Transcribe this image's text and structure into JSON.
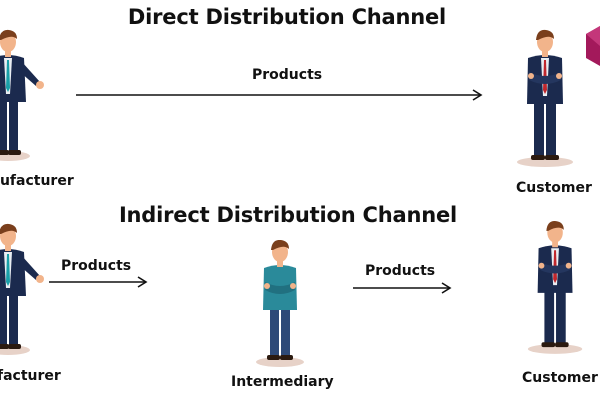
{
  "diagram": {
    "direct": {
      "title": "Direct Distribution Channel",
      "from_label": "nufacturer",
      "arrow_label": "Products",
      "to_label": "Customer"
    },
    "indirect": {
      "title": "Indirect Distribution Channel",
      "from_label": "facturer",
      "arrow1_label": "Products",
      "middle_label": "Intermediary",
      "arrow2_label": "Products",
      "to_label": "Customer"
    }
  },
  "colors": {
    "suit_navy": "#1b2a4e",
    "shirt_light": "#e9eef3",
    "tie_red": "#c0272d",
    "tie_teal": "#19a0a9",
    "hair_brown": "#7a3f1c",
    "skin": "#f2b48b",
    "intermediary_shirt": "#2a8a9a",
    "intermediary_pants": "#2e4a78",
    "shadow": "#e7d2c8",
    "badge_magenta": "#a3195b"
  }
}
